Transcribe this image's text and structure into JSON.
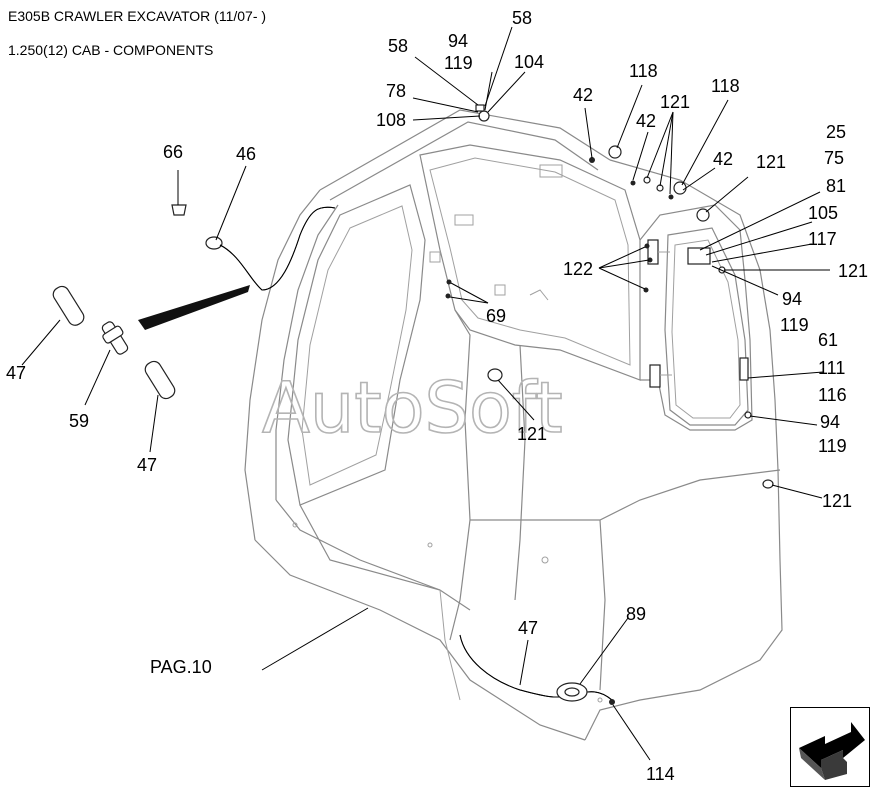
{
  "header": {
    "title": "E305B CRAWLER EXCAVATOR (11/07- )",
    "subtitle": "1.250(12) CAB - COMPONENTS"
  },
  "watermark": "AutoSoft",
  "callouts": {
    "c58a": "58",
    "c58b": "58",
    "c94a": "94",
    "c119a": "119",
    "c104": "104",
    "c78": "78",
    "c108": "108",
    "c66": "66",
    "c46": "46",
    "c42a": "42",
    "c118a": "118",
    "c121a": "121",
    "c42b": "42",
    "c118b": "118",
    "c42c": "42",
    "c121b": "121",
    "c25": "25",
    "c75": "75",
    "c81": "81",
    "c105": "105",
    "c117": "117",
    "c121c": "121",
    "c122": "122",
    "c69": "69",
    "c94b": "94",
    "c119b": "119",
    "c61": "61",
    "c111": "111",
    "c116": "116",
    "c94c": "94",
    "c119c": "119",
    "c121d": "121",
    "c121e": "121",
    "c47a": "47",
    "c59": "59",
    "c47b": "47",
    "c47c": "47",
    "c89": "89",
    "c114": "114",
    "pag": "PAG.10"
  },
  "nav_icon": "next-page-arrow-icon"
}
